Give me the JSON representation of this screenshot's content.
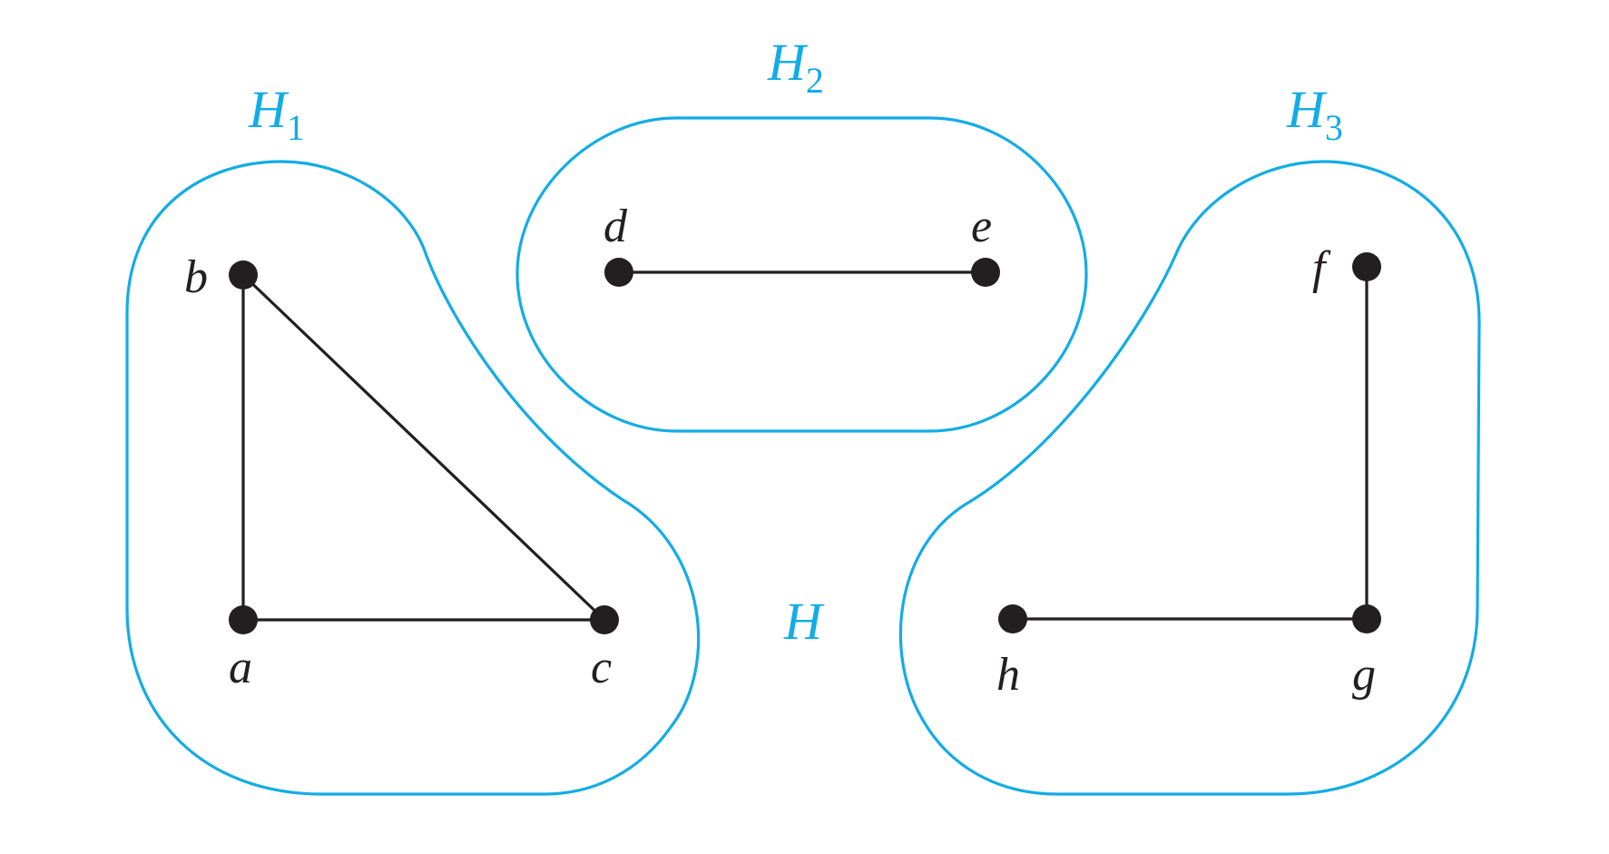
{
  "colors": {
    "component": "#12ace6",
    "graph": "#231f20",
    "background": "#ffffff"
  },
  "graph_label": "H",
  "components": [
    {
      "id": "H1",
      "letter": "H",
      "sub": "1",
      "vertices": [
        "a",
        "b",
        "c"
      ]
    },
    {
      "id": "H2",
      "letter": "H",
      "sub": "2",
      "vertices": [
        "d",
        "e"
      ]
    },
    {
      "id": "H3",
      "letter": "H",
      "sub": "3",
      "vertices": [
        "f",
        "g",
        "h"
      ]
    }
  ],
  "vertices": [
    {
      "id": "a",
      "label": "a"
    },
    {
      "id": "b",
      "label": "b"
    },
    {
      "id": "c",
      "label": "c"
    },
    {
      "id": "d",
      "label": "d"
    },
    {
      "id": "e",
      "label": "e"
    },
    {
      "id": "f",
      "label": "f"
    },
    {
      "id": "g",
      "label": "g"
    },
    {
      "id": "h",
      "label": "h"
    }
  ],
  "edges": [
    {
      "from": "a",
      "to": "b"
    },
    {
      "from": "b",
      "to": "c"
    },
    {
      "from": "a",
      "to": "c"
    },
    {
      "from": "d",
      "to": "e"
    },
    {
      "from": "f",
      "to": "g"
    },
    {
      "from": "h",
      "to": "g"
    }
  ]
}
